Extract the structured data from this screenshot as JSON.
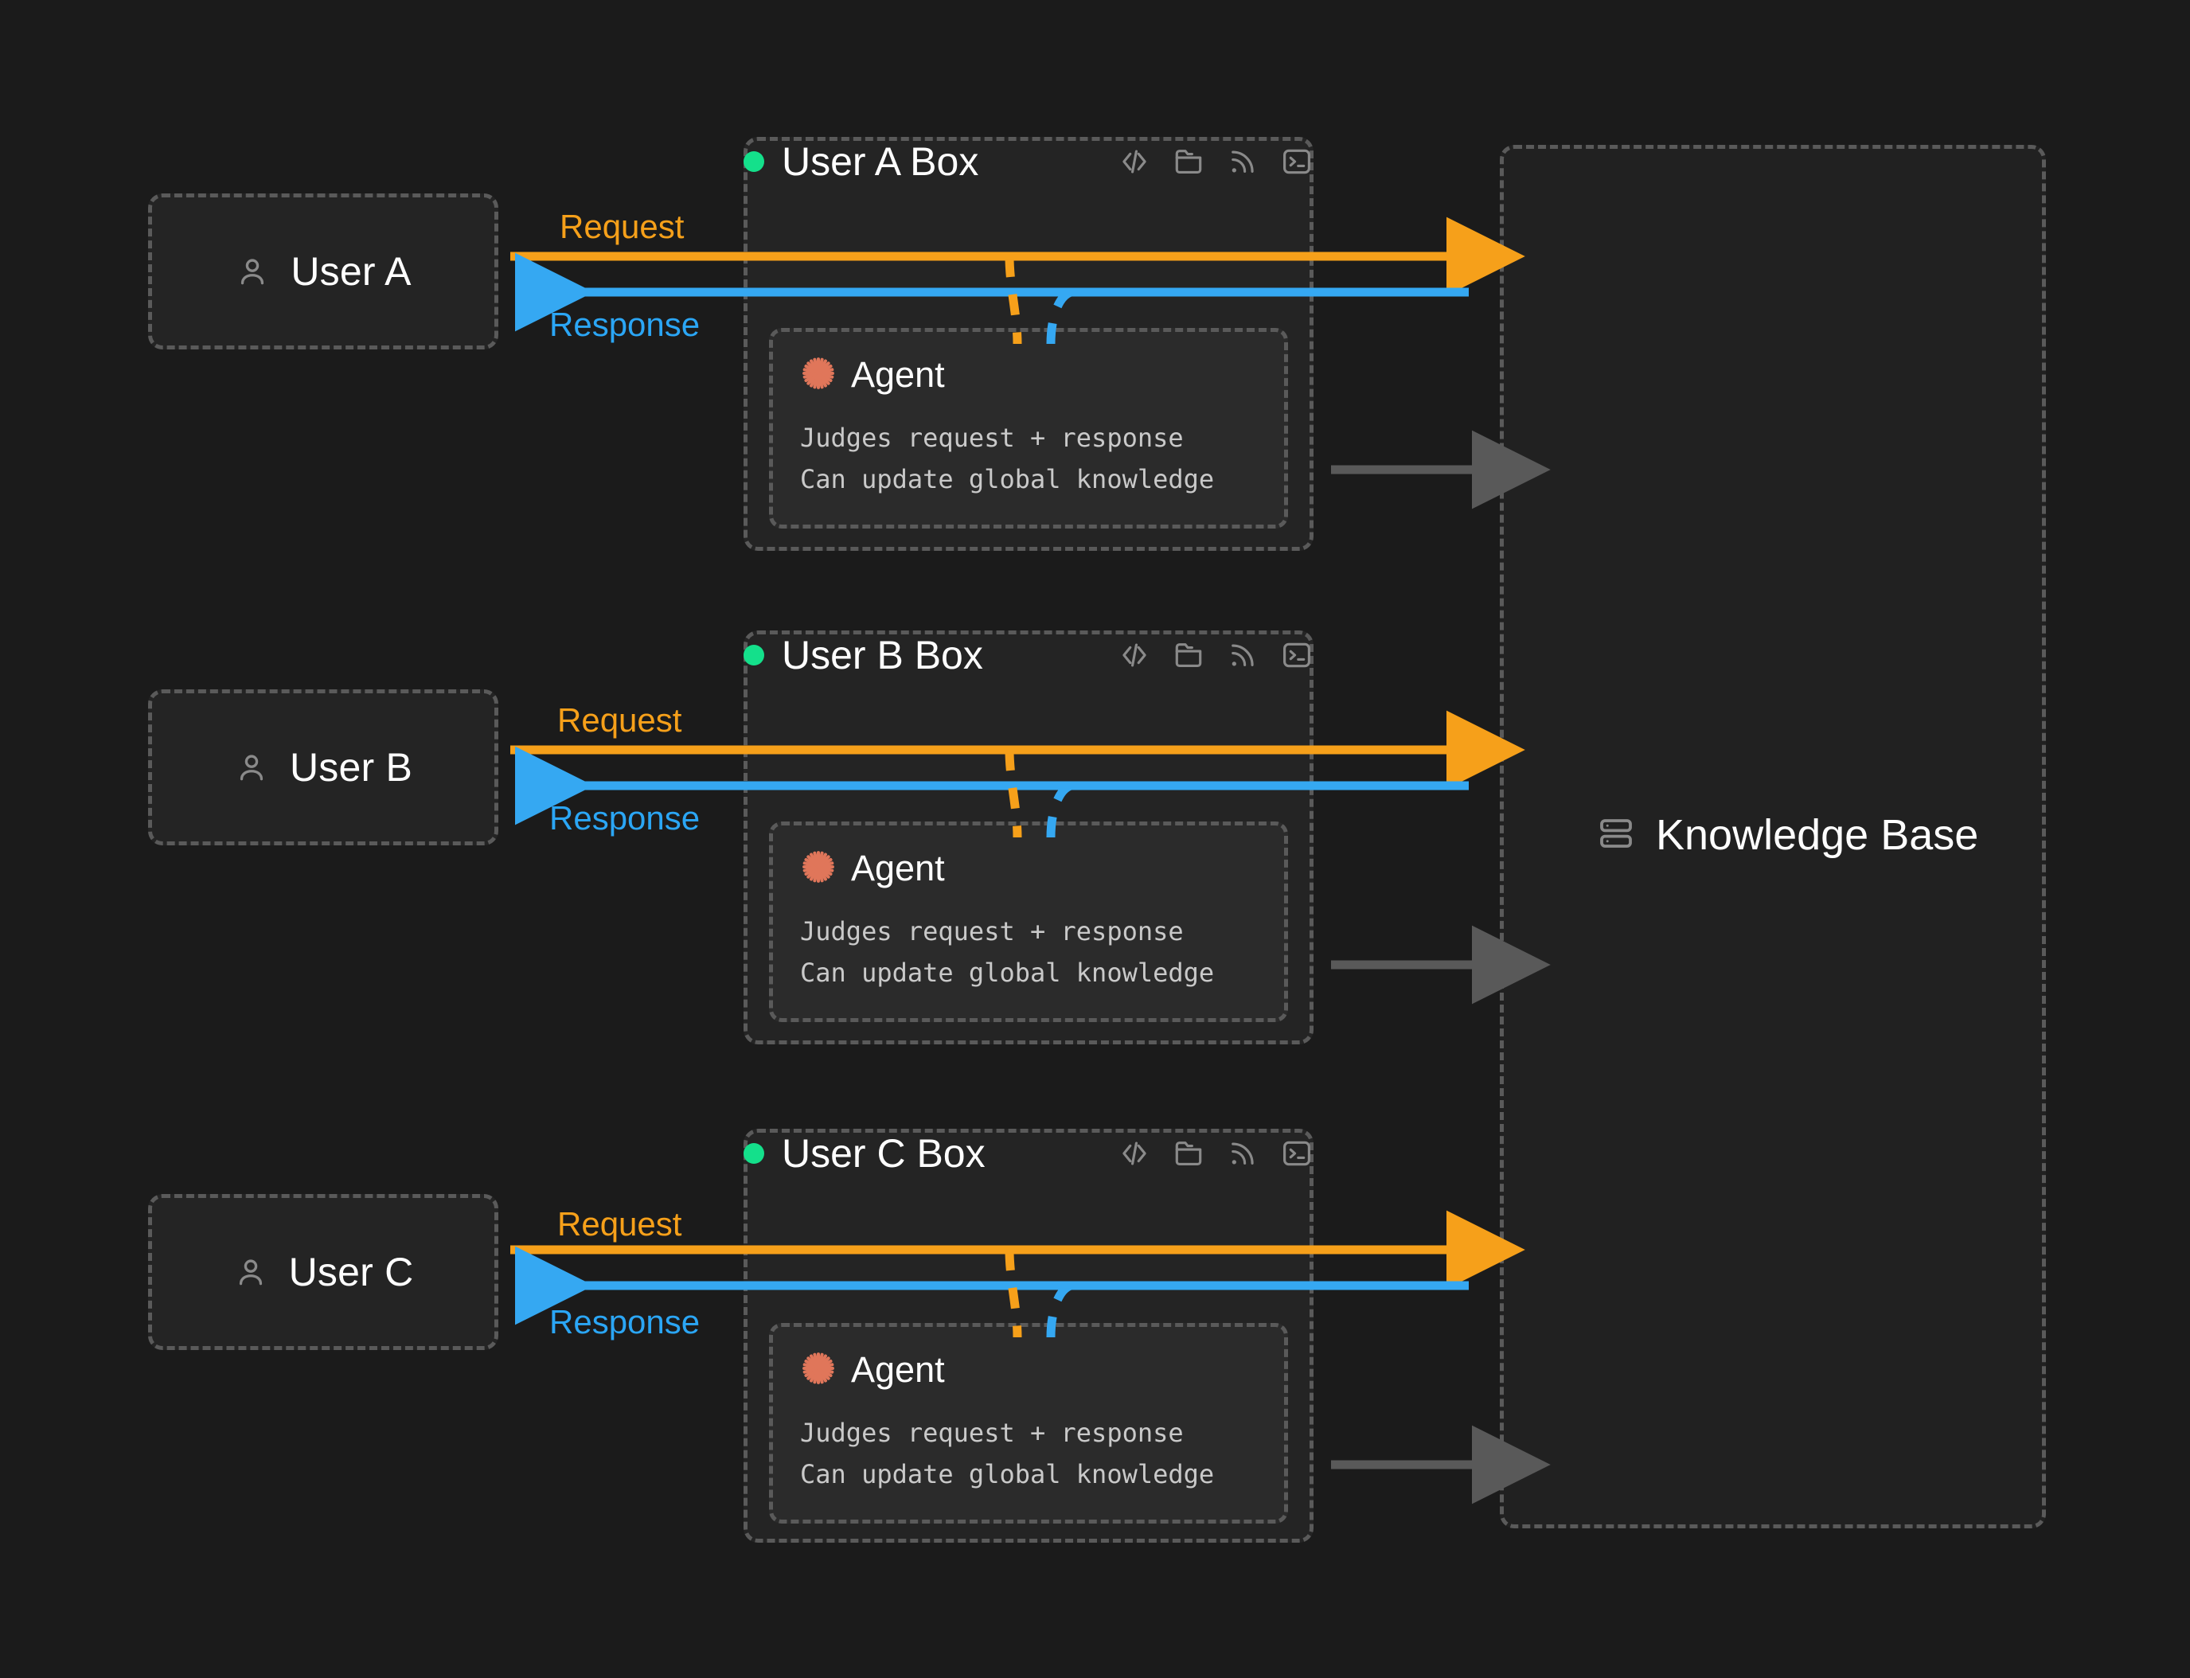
{
  "theme": {
    "background": "#1b1b1b",
    "panel": "#242424",
    "agent_panel": "#2b2b2b",
    "kb_panel": "#212121",
    "dash_border": "#5a5a5a",
    "request_color": "#f6a01a",
    "response_color": "#2ba6f5",
    "status_dot_color": "#14e08b",
    "agent_icon_color": "#e0765a",
    "gray_arrow_color": "#575757",
    "text_primary": "#ffffff",
    "text_mono": "#c9c9c9"
  },
  "rows": [
    {
      "user": {
        "label": "User A",
        "icon": "user-icon"
      },
      "container": {
        "title": "User A Box",
        "status_dot": "status-dot-green",
        "icons": [
          "code-icon",
          "folder-icon",
          "rss-icon",
          "terminal-icon"
        ]
      },
      "agent": {
        "title": "Agent",
        "icon": "starburst-icon",
        "lines": [
          "Judges request + response",
          "Can update global knowledge"
        ]
      },
      "flows": {
        "request_label": "Request",
        "response_label": "Response"
      }
    },
    {
      "user": {
        "label": "User B",
        "icon": "user-icon"
      },
      "container": {
        "title": "User B Box",
        "status_dot": "status-dot-green",
        "icons": [
          "code-icon",
          "folder-icon",
          "rss-icon",
          "terminal-icon"
        ]
      },
      "agent": {
        "title": "Agent",
        "icon": "starburst-icon",
        "lines": [
          "Judges request + response",
          "Can update global knowledge"
        ]
      },
      "flows": {
        "request_label": "Request",
        "response_label": "Response"
      }
    },
    {
      "user": {
        "label": "User C",
        "icon": "user-icon"
      },
      "container": {
        "title": "User C Box",
        "status_dot": "status-dot-green",
        "icons": [
          "code-icon",
          "folder-icon",
          "rss-icon",
          "terminal-icon"
        ]
      },
      "agent": {
        "title": "Agent",
        "icon": "starburst-icon",
        "lines": [
          "Judges request + response",
          "Can update global knowledge"
        ]
      },
      "flows": {
        "request_label": "Request",
        "response_label": "Response"
      }
    }
  ],
  "knowledge_base": {
    "label": "Knowledge Base",
    "icon": "database-icon"
  }
}
